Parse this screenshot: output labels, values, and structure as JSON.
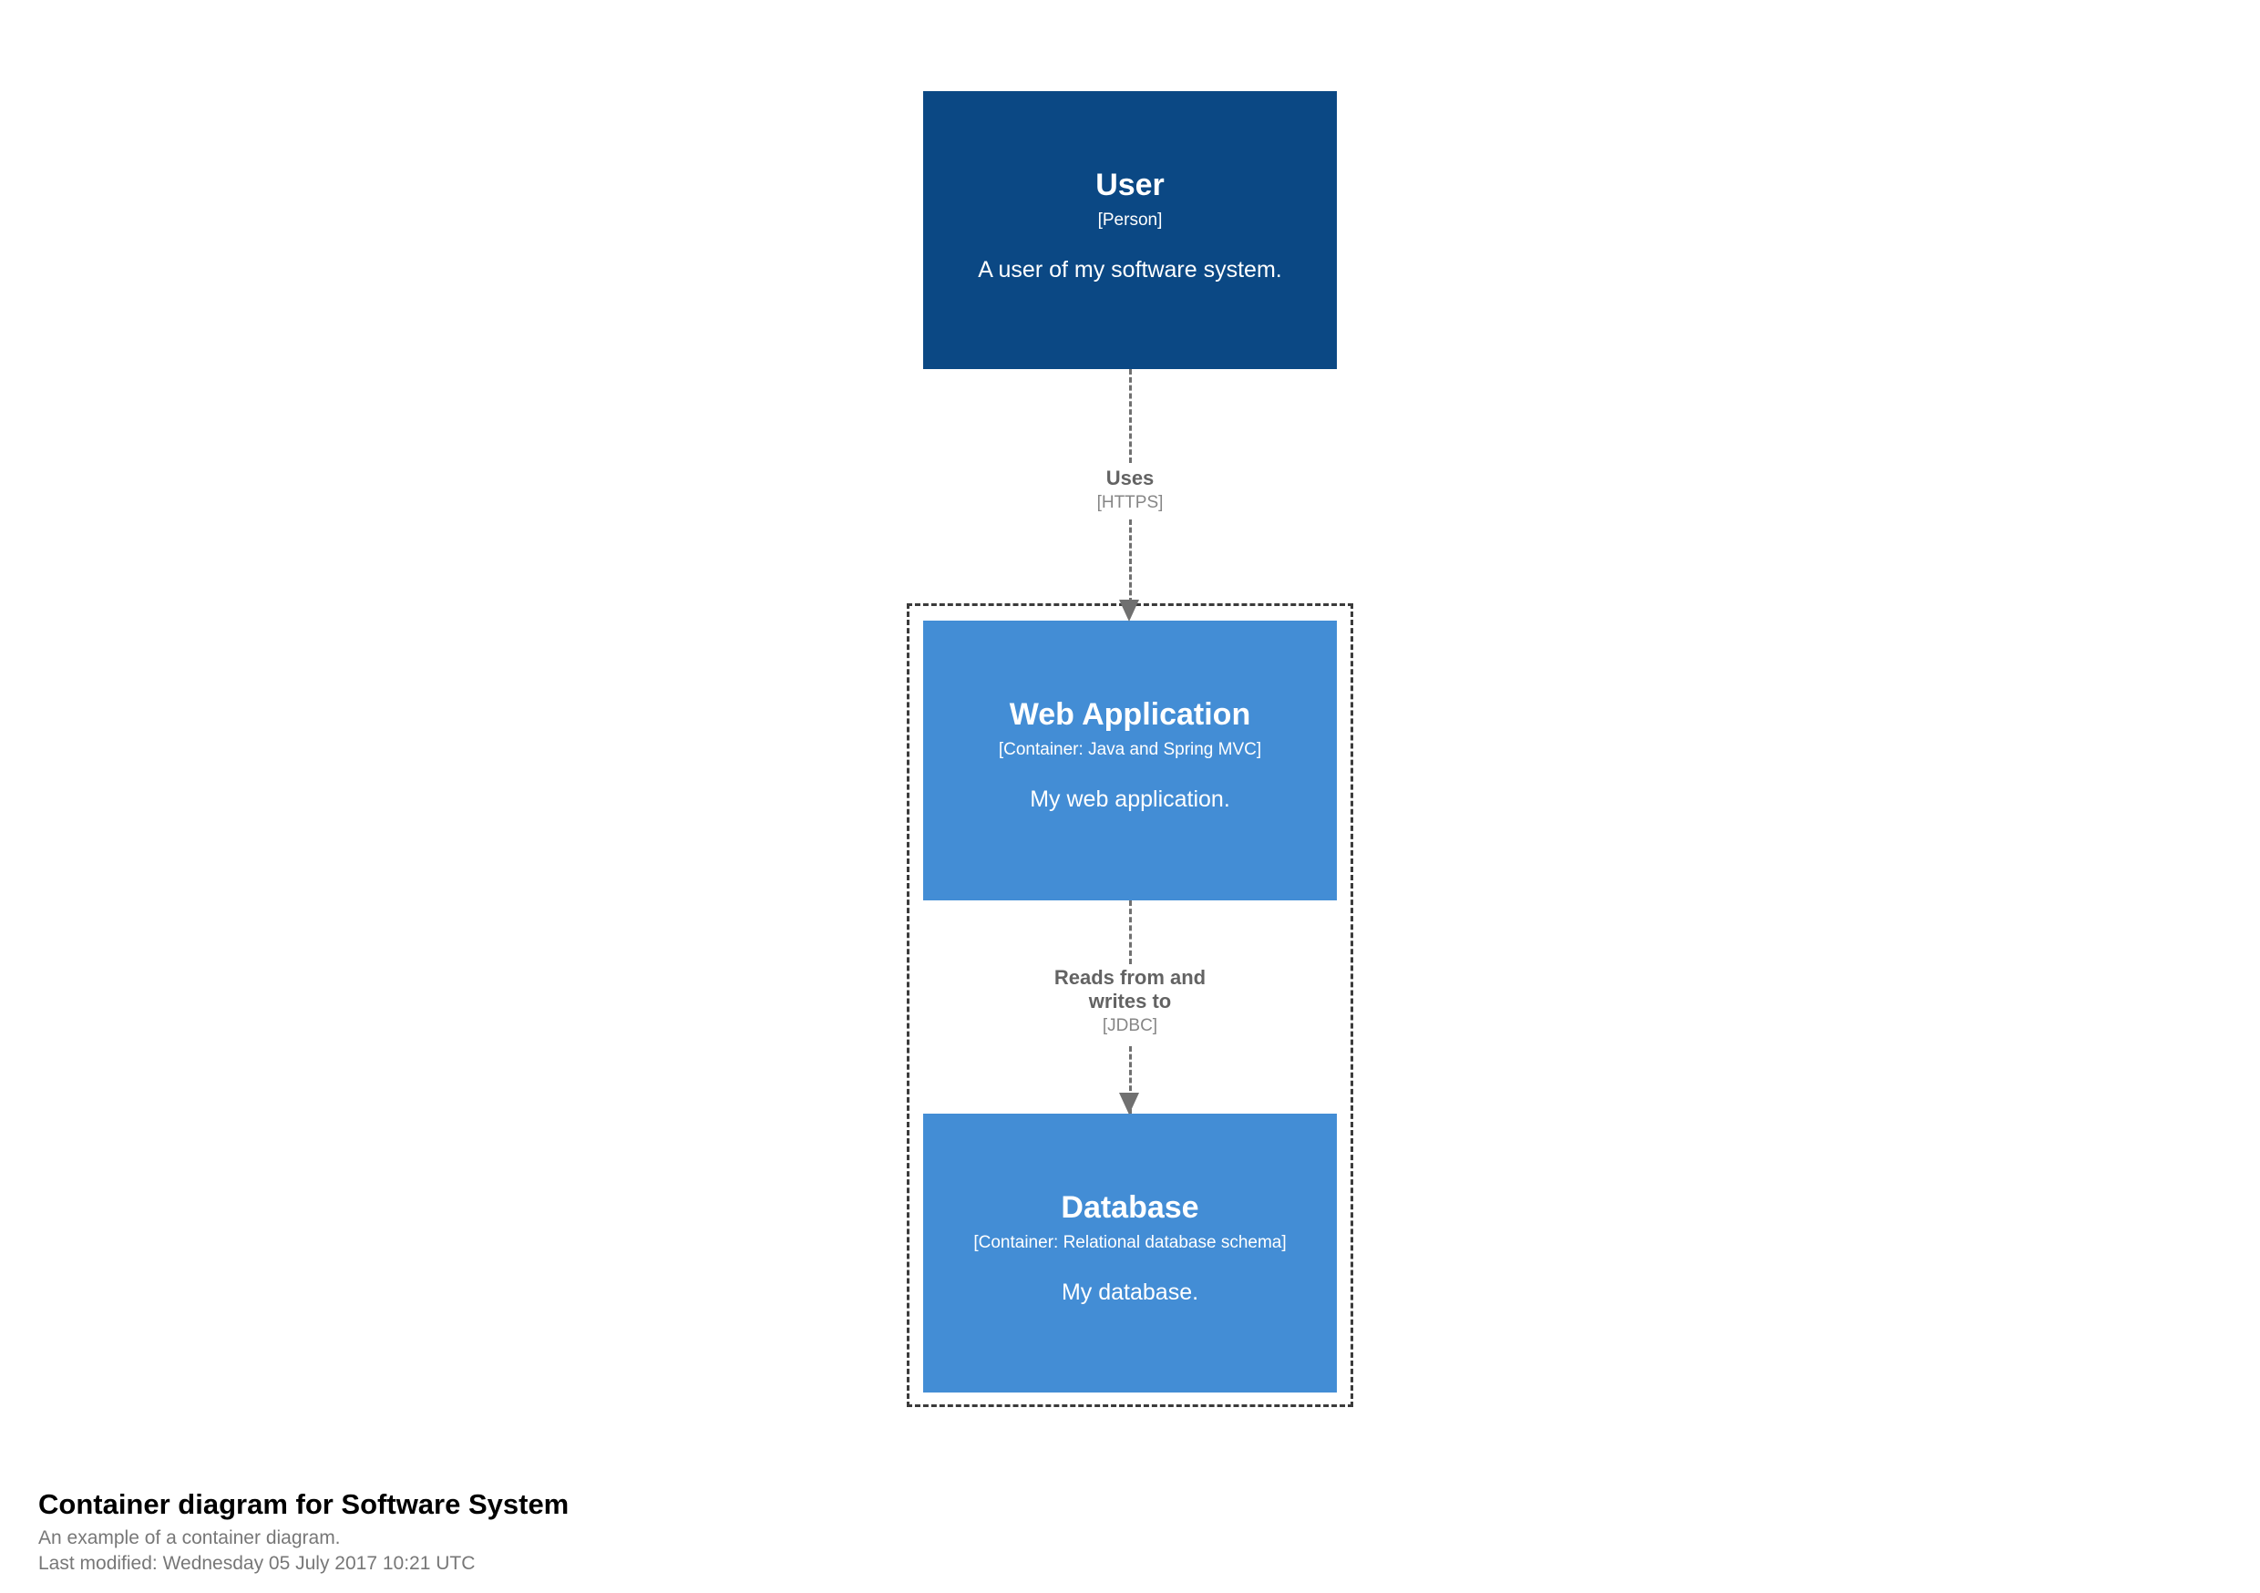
{
  "diagram": {
    "kind": "c4-container-diagram",
    "background_color": "#ffffff",
    "person_color": "#0B4884",
    "container_color": "#438DD5",
    "boundary_color": "#3b3b3b",
    "relationship_color": "#707070",
    "nodes": [
      {
        "id": "user",
        "name": "User",
        "meta": "[Person]",
        "description": "A user of my software system."
      },
      {
        "id": "webapp",
        "name": "Web Application",
        "meta": "[Container: Java and Spring MVC]",
        "description": "My web application."
      },
      {
        "id": "database",
        "name": "Database",
        "meta": "[Container: Relational database schema]",
        "description": "My database."
      }
    ],
    "relationships": [
      {
        "id": "uses",
        "description": "Uses",
        "technology": "[HTTPS]",
        "from": "user",
        "to": "webapp"
      },
      {
        "id": "reads-writes",
        "description": "Reads from and\nwrites to",
        "technology": "[JDBC]",
        "from": "webapp",
        "to": "database"
      }
    ]
  },
  "caption": {
    "title": "Container diagram for Software System",
    "subtitle": "An example of a container diagram.",
    "last_modified": "Last modified: Wednesday 05 July 2017 10:21 UTC"
  }
}
